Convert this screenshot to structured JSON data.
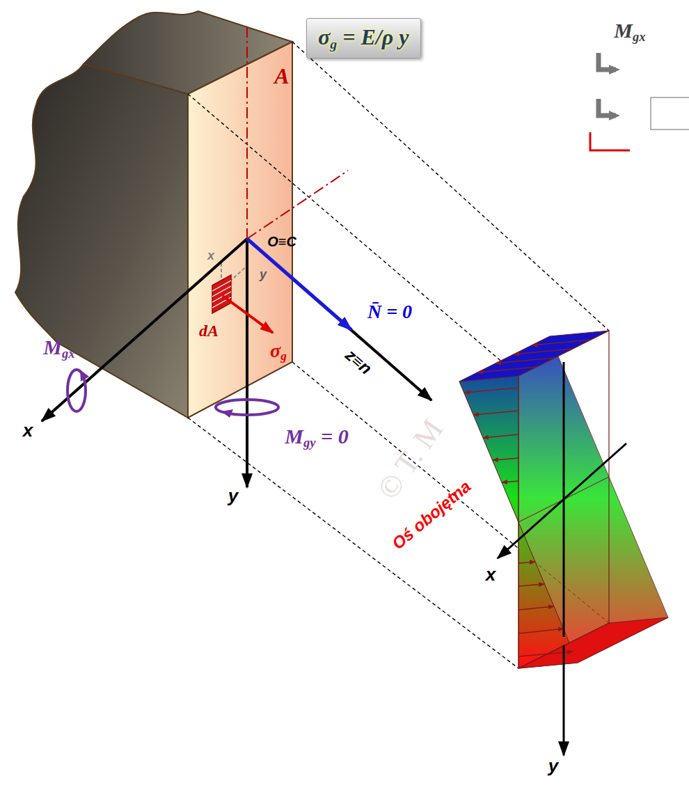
{
  "diagram": {
    "nodes": [
      {
        "text": [
          "σg = E/ρ y"
        ]
      }
    ],
    "labels": [
      "Mgx",
      "A",
      "O≡C",
      "x",
      "y",
      "N̄ = 0",
      "dA",
      "σg",
      "z≡n",
      "Mgx",
      "x",
      "Mgy = 0",
      "y",
      "Oś obojętna",
      "x",
      "y",
      "© T. M"
    ]
  }
}
